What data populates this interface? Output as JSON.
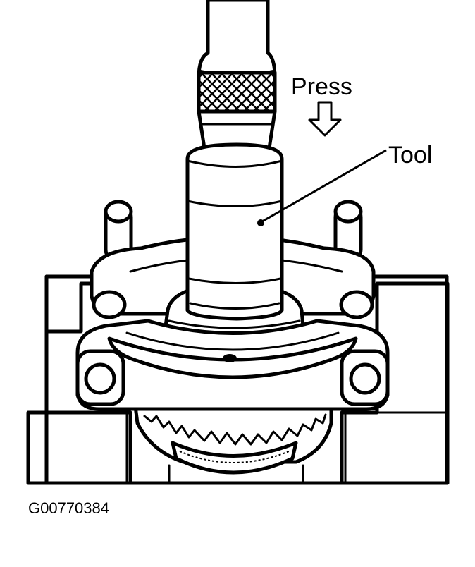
{
  "labels": {
    "press": "Press",
    "tool": "Tool",
    "figure_id": "G00770384"
  },
  "colors": {
    "ink": "#000000",
    "paper": "#ffffff"
  }
}
